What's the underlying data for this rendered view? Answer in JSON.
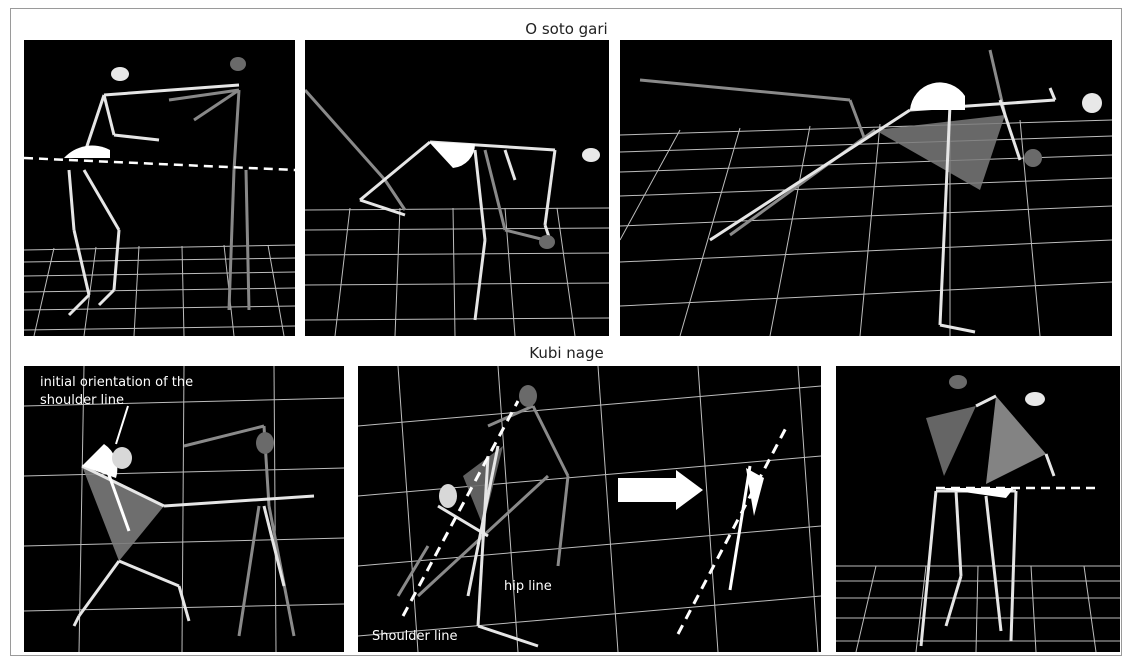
{
  "figure": {
    "top_title": "O soto gari",
    "bottom_title": "Kubi nage",
    "labels": {
      "initial_orientation": "initial orientation of the shoulder line",
      "hip_line": "hip line",
      "shoulder_line": "Shoulder line"
    }
  }
}
